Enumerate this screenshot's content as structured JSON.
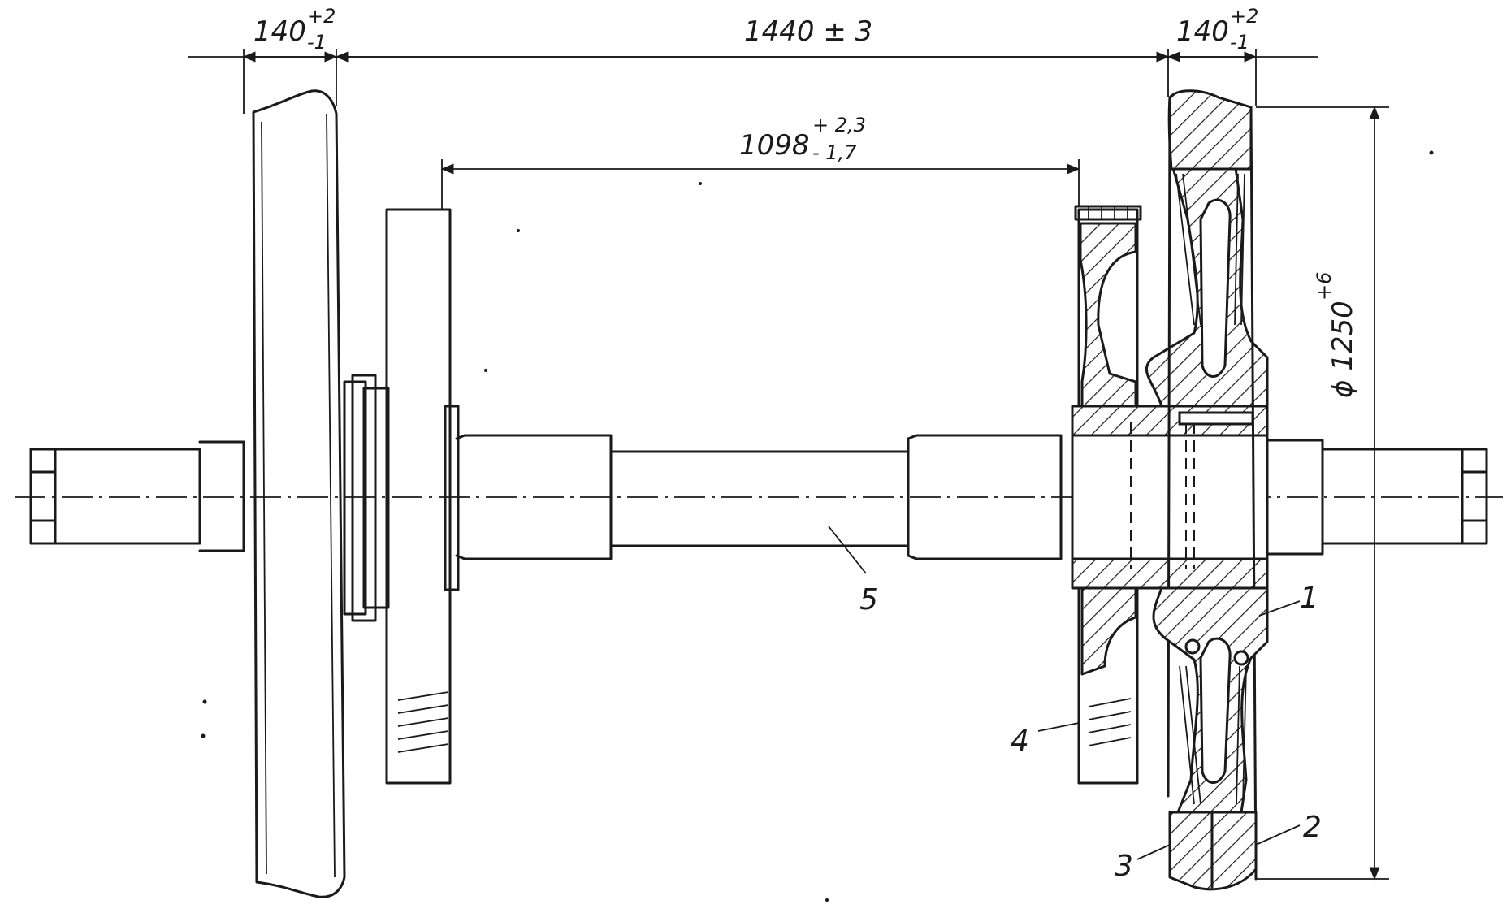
{
  "dimensions": {
    "left_rim": {
      "main": "140",
      "sup": "+2",
      "sub": "-1"
    },
    "gauge": {
      "main": "1440 ± 3"
    },
    "inner": {
      "main": "1098",
      "sup": "+ 2,3",
      "sub": "- 1,7"
    },
    "right_rim": {
      "main": "140",
      "sup": "+2",
      "sub": "-1"
    },
    "diameter": {
      "main": "ϕ 1250",
      "sup": "+6"
    }
  },
  "callouts": [
    "1",
    "2",
    "3",
    "4",
    "5"
  ],
  "colors": {
    "ink": "#1a1a1a",
    "paper": "#ffffff"
  }
}
